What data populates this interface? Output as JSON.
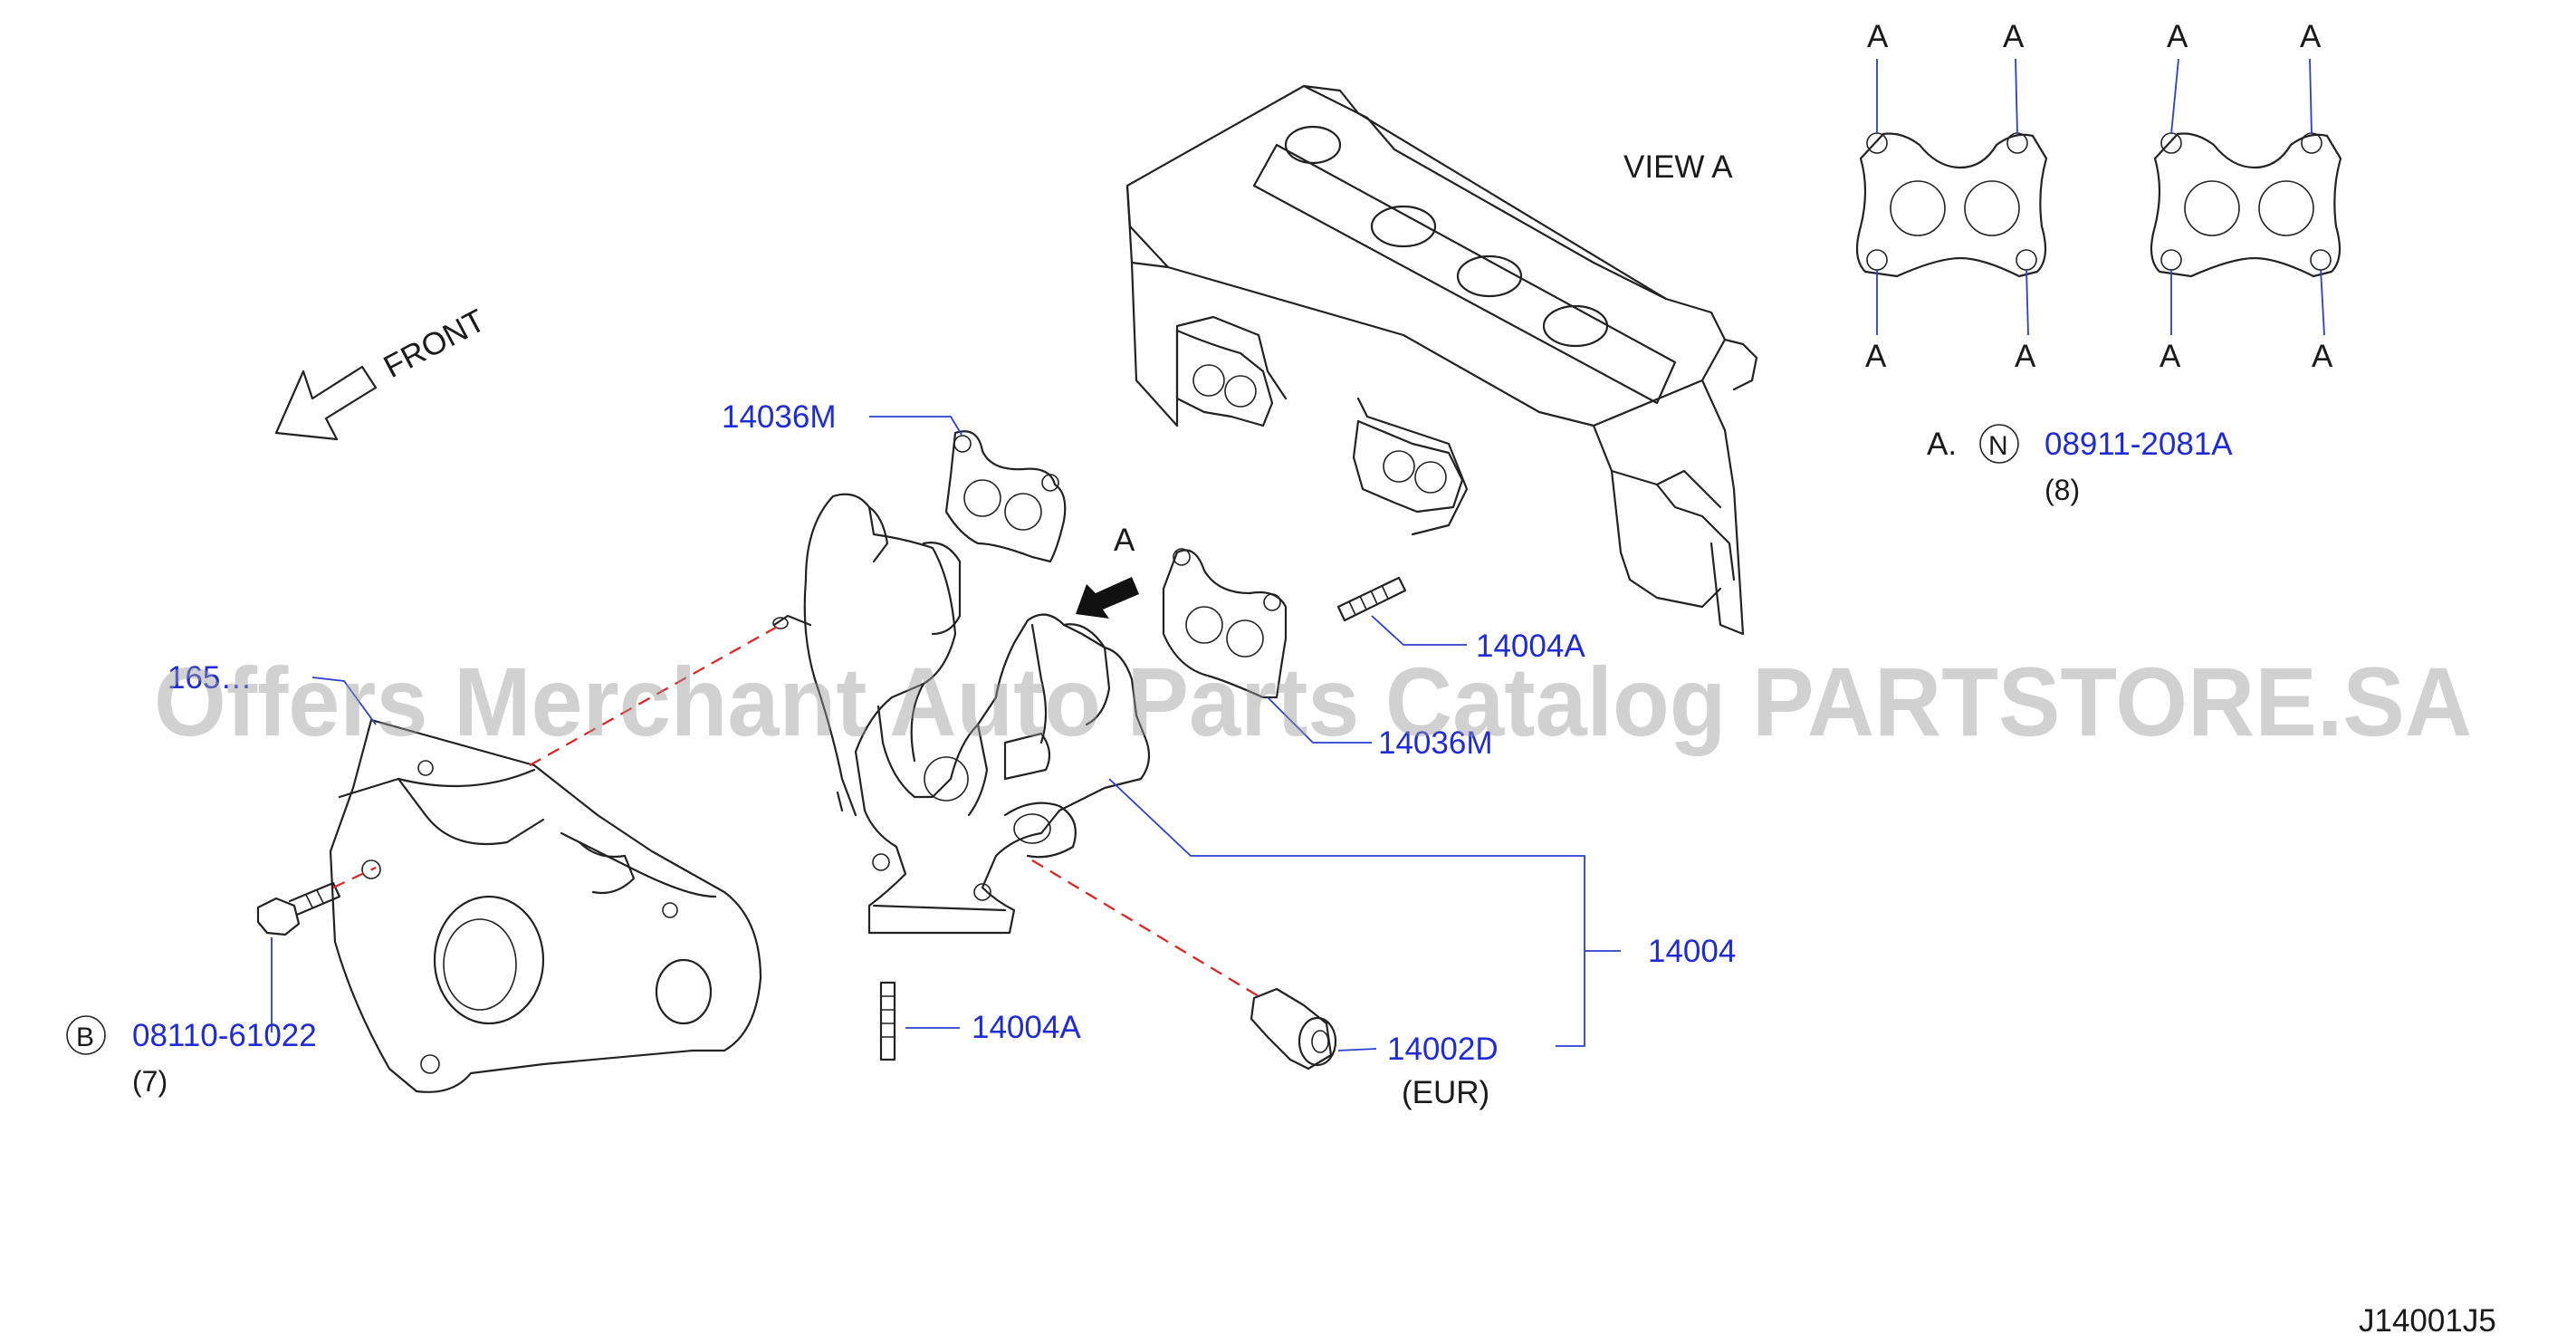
{
  "labels": {
    "front": "FRONT",
    "view_a": "VIEW  A",
    "arrow_a": "A",
    "view_a_marks": [
      "A",
      "A",
      "A",
      "A",
      "A",
      "A",
      "A",
      "A"
    ],
    "note_a_prefix": "A.",
    "note_a_symbol": "N",
    "note_a_qty": "(8)",
    "bolt_symbol": "B",
    "bolt_qty": "(7)",
    "eur": "(EUR)",
    "diagram_code": "J14001J5",
    "partially_hidden_label": "165…"
  },
  "parts": {
    "gasket_top": "14036M",
    "gasket_right": "14036M",
    "stud_right": "14004A",
    "stud_bottom": "14004A",
    "manifold": "14004",
    "plug": "14002D",
    "note_a_part": "08911-2081A",
    "bolt_part": "08110-61022"
  },
  "watermark": "Offers Merchant Auto Parts Catalog PARTSTORE.SA",
  "colors": {
    "part_number": "#1f2bd6",
    "leader": "#2a3fd0",
    "dashed": "#e02020",
    "line_art": "#222222"
  }
}
